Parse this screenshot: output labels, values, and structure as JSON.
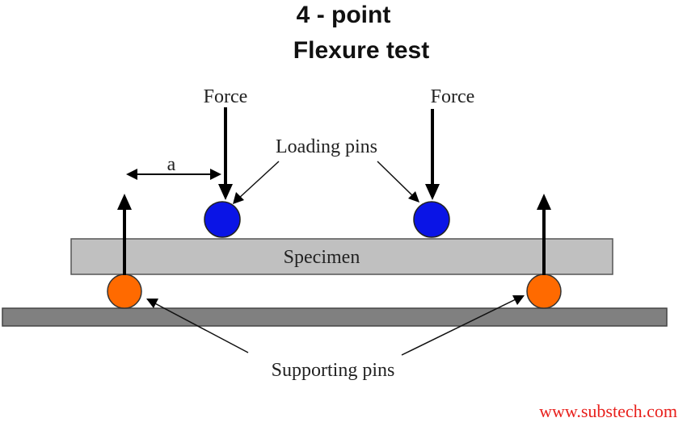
{
  "title": {
    "line1": "4 - point",
    "line2": "Flexure test"
  },
  "labels": {
    "force_left": "Force",
    "force_right": "Force",
    "loading_pins": "Loading pins",
    "distance": "a",
    "specimen": "Specimen",
    "supporting_pins": "Supporting pins"
  },
  "credit": "www.substech.com",
  "colors": {
    "loading_pin": "#0a14e6",
    "supporting_pin": "#ff6a00",
    "specimen": "#c0c0c0",
    "base": "#808080",
    "credit": "#e8201c",
    "arrow": "#000000"
  }
}
